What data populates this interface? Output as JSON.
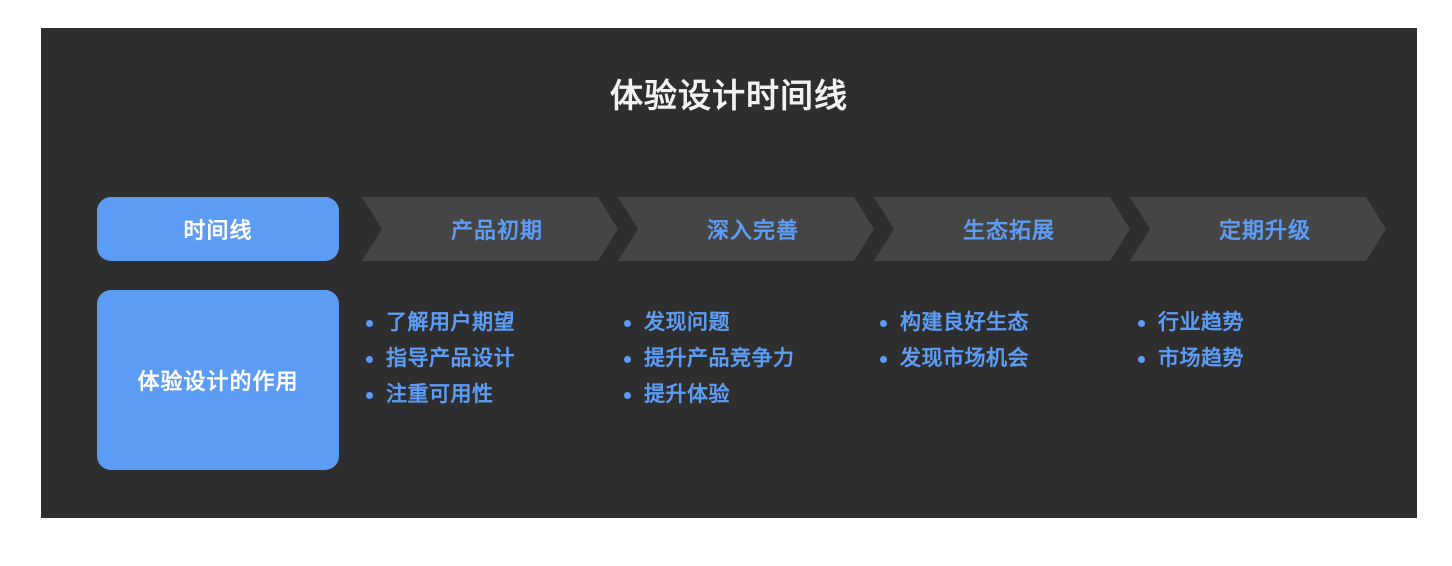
{
  "page": {
    "background": "#ffffff",
    "card_background": "#2e2e2e",
    "accent_blue": "#5d9cf5",
    "chevron_fill": "#454545",
    "title_color": "#f2f2f2"
  },
  "header": {
    "title": "体验设计时间线"
  },
  "timeline": {
    "stages": [
      {
        "label": "时间线",
        "style": "pill-active"
      },
      {
        "label": "产品初期",
        "style": "chevron"
      },
      {
        "label": "深入完善",
        "style": "chevron"
      },
      {
        "label": "生态拓展",
        "style": "chevron"
      },
      {
        "label": "定期升级",
        "style": "chevron"
      }
    ]
  },
  "roles": {
    "label": "体验设计的作用",
    "columns": [
      {
        "items": [
          "了解用户期望",
          "指导产品设计",
          "注重可用性"
        ]
      },
      {
        "items": [
          "发现问题",
          "提升产品竞争力",
          "提升体验"
        ]
      },
      {
        "items": [
          "构建良好生态",
          "发现市场机会"
        ]
      },
      {
        "items": [
          "行业趋势",
          "市场趋势"
        ]
      }
    ]
  }
}
